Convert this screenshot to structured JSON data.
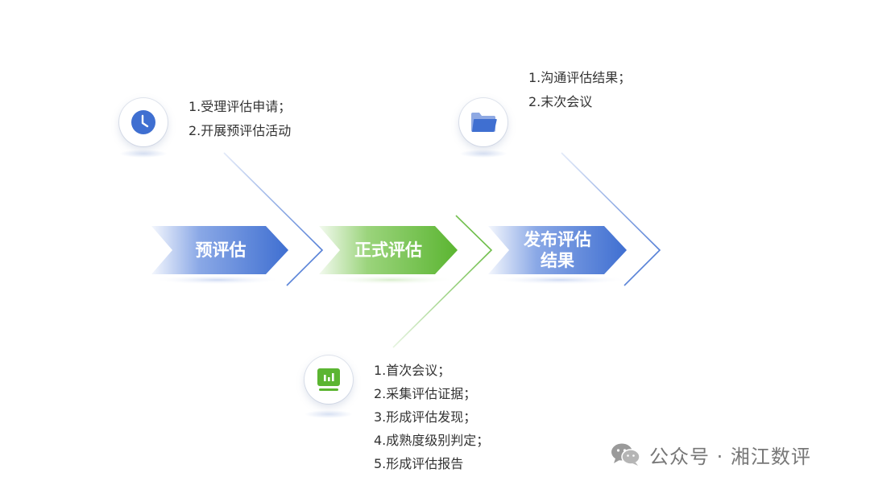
{
  "stages": [
    {
      "label": "预评估",
      "color_start": "#f4f7fd",
      "color_end": "#3f6fd1"
    },
    {
      "label": "正式评估",
      "color_start": "#f3faef",
      "color_end": "#5bb531"
    },
    {
      "label": "发布评估\n结果",
      "color_start": "#f4f7fd",
      "color_end": "#3f6fd1"
    }
  ],
  "notes": {
    "pre": {
      "icon": "clock-icon",
      "lines": [
        "1.受理评估申请；",
        "2.开展预评估活动"
      ]
    },
    "formal": {
      "icon": "chart-board-icon",
      "lines": [
        "1.首次会议；",
        "2.采集评估证据；",
        "3.形成评估发现；",
        "4.成熟度级别判定；",
        "5.形成评估报告"
      ]
    },
    "publish": {
      "icon": "folder-icon",
      "lines": [
        "1.沟通评估结果；",
        "2.末次会议"
      ]
    }
  },
  "colors": {
    "blue": "#3f6fd1",
    "green": "#5bb531",
    "text": "#333333"
  },
  "watermark": {
    "icon": "wechat-icon",
    "text": "公众号 · 湘江数评"
  }
}
